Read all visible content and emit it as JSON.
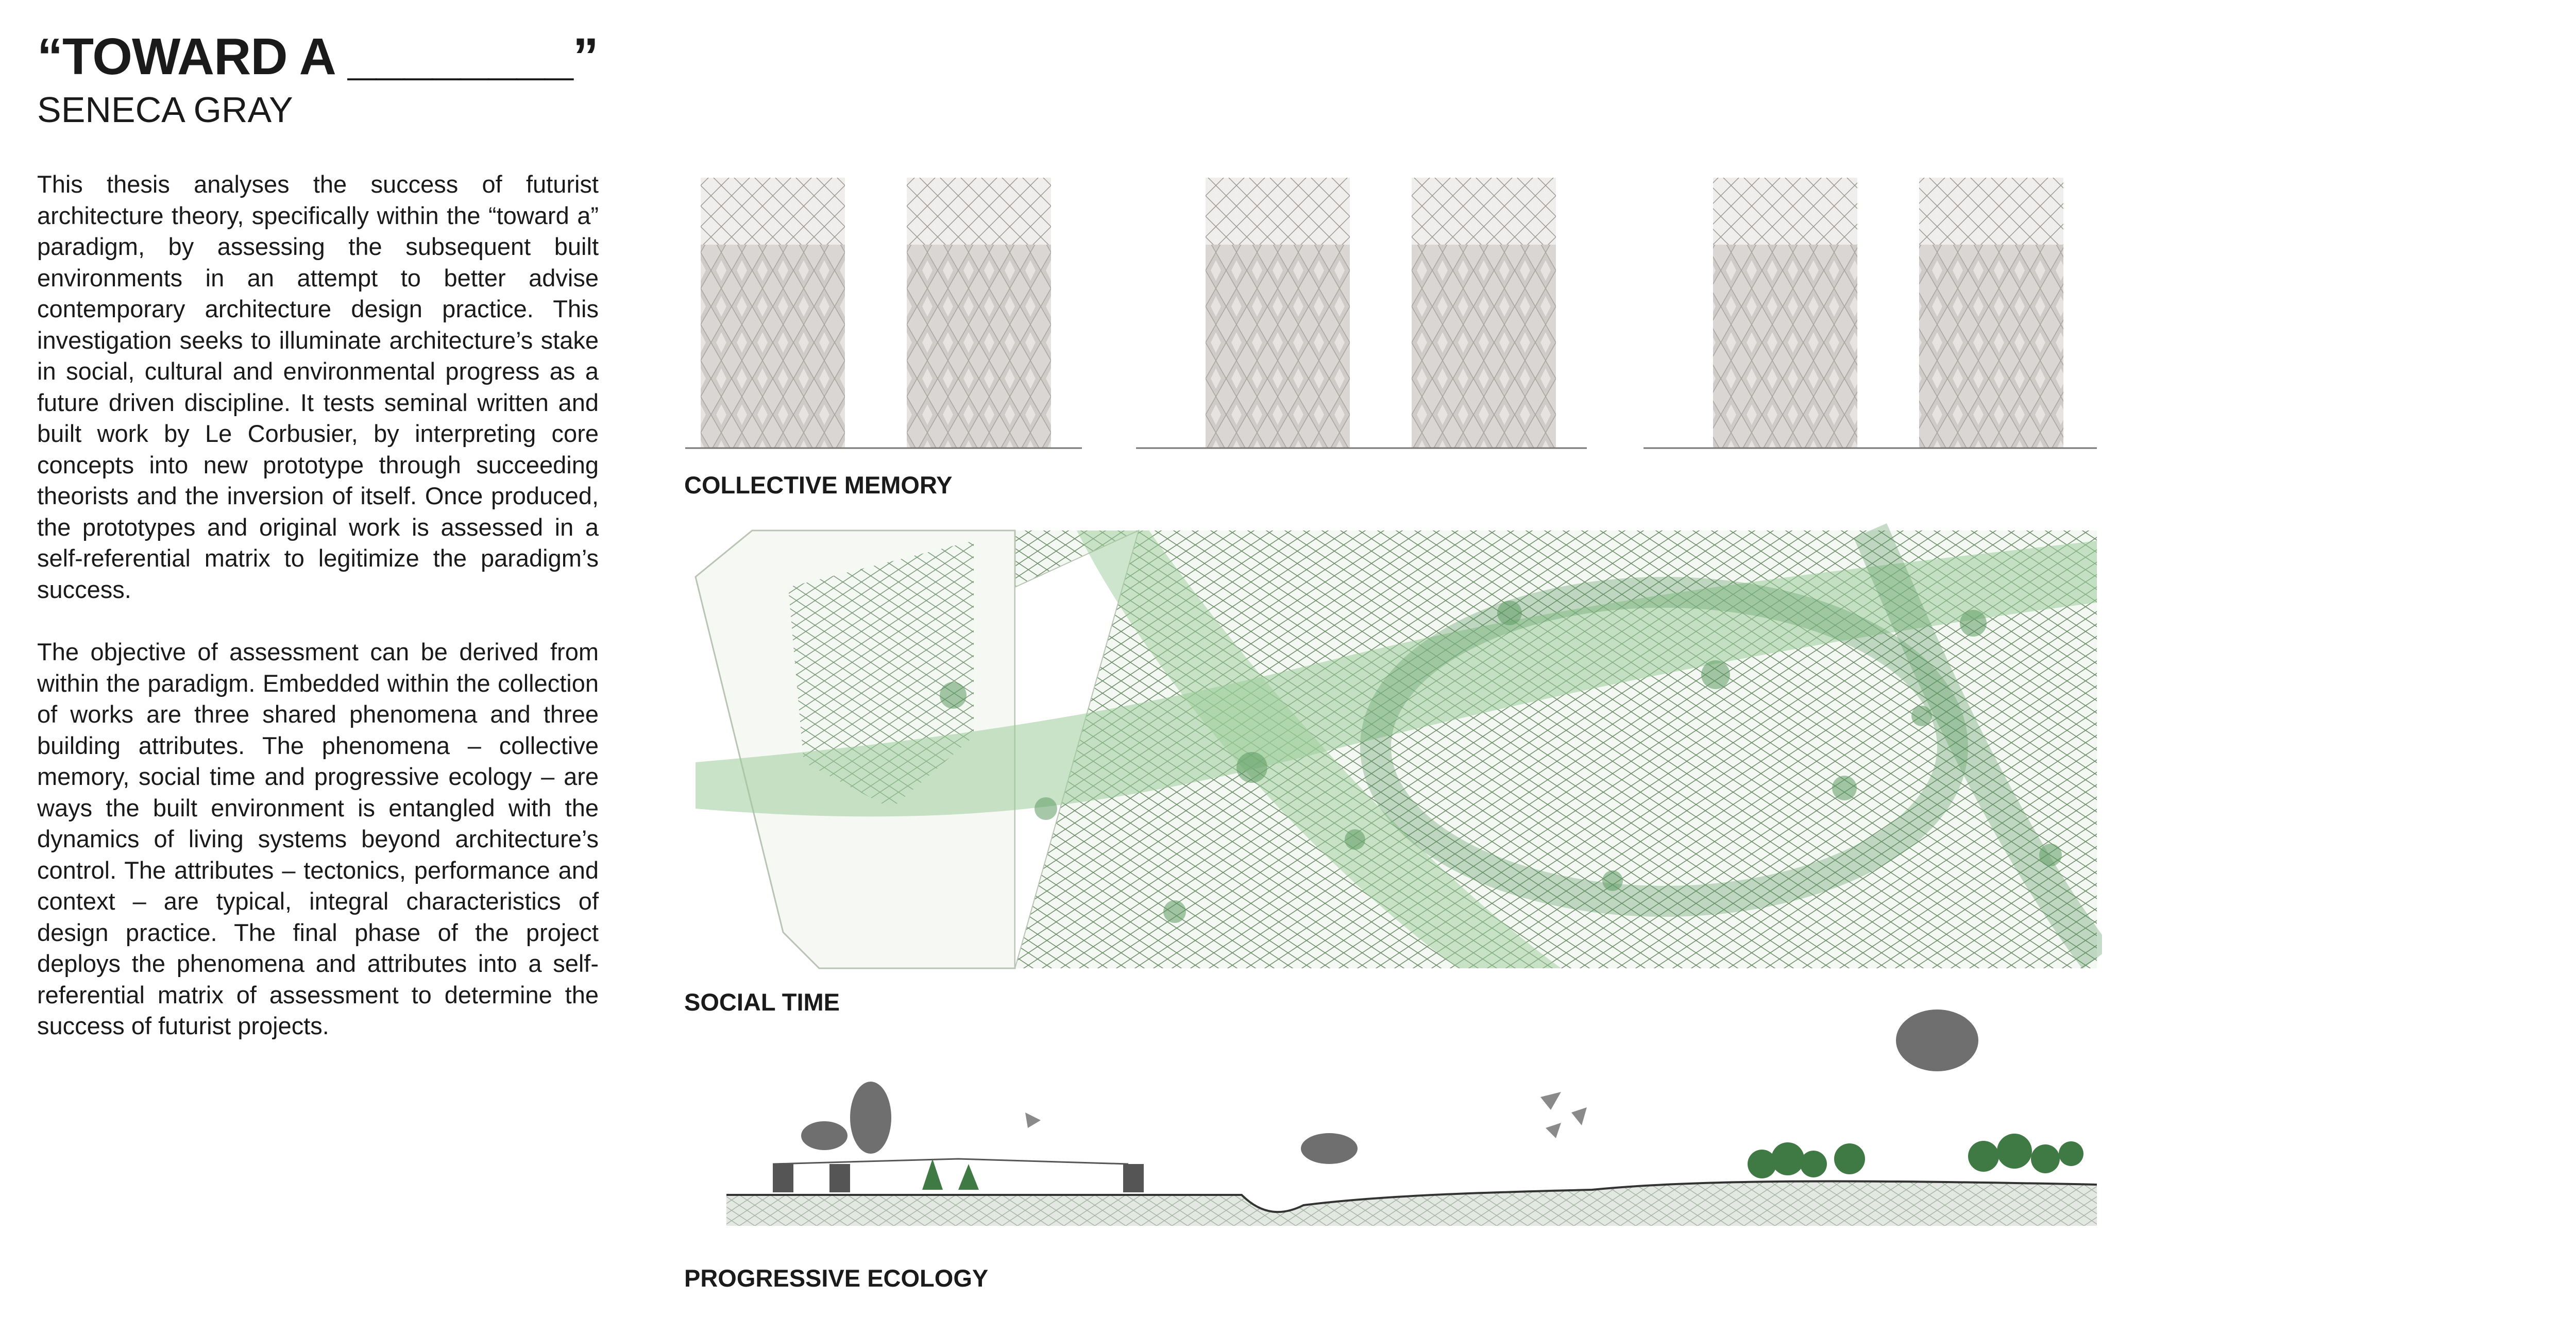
{
  "header": {
    "title": "“TOWARD A ________”",
    "author": "SENECA GRAY"
  },
  "body": {
    "paragraph_1": "This thesis analyses the success of futurist architecture theory, specifically within the “toward a” paradigm, by assessing the subsequent built environments in an attempt to better advise contemporary architecture design practice. This investigation seeks to illuminate architecture’s stake in social, cultural and environmental progress as a future driven discipline. It tests seminal written and built work by Le Corbusier, by interpreting core concepts into new prototype through succeeding theorists and the inversion of itself. Once produced, the prototypes and original work is assessed in a self-referential matrix to legitimize the paradigm’s success.",
    "paragraph_2": "The objective of assessment can be derived from within the paradigm. Embedded within the collection of works are three shared phenomena and three building attributes. The phenomena – collective memory, social time and progressive ecology – are ways the built environment is entangled with the dynamics of living systems beyond architecture’s control. The attributes – tectonics, performance and context – are typical, integral characteristics of design practice. The final phase of the project deploys the phenomena and attributes into a self-referential matrix of assessment to determine the success of futurist projects."
  },
  "figures": {
    "collective_memory_label": "COLLECTIVE MEMORY",
    "social_time_label": "SOCIAL TIME",
    "progressive_ecology_label": "PROGRESSIVE ECOLOGY"
  },
  "colors": {
    "ink": "#1a1a1a",
    "panel_grey": "#d9d6d3",
    "panel_light": "#ebe8e6",
    "plan_green": "#9ccc9a",
    "plan_green_dark": "#5d9a63",
    "tree_green": "#3f7a45"
  }
}
